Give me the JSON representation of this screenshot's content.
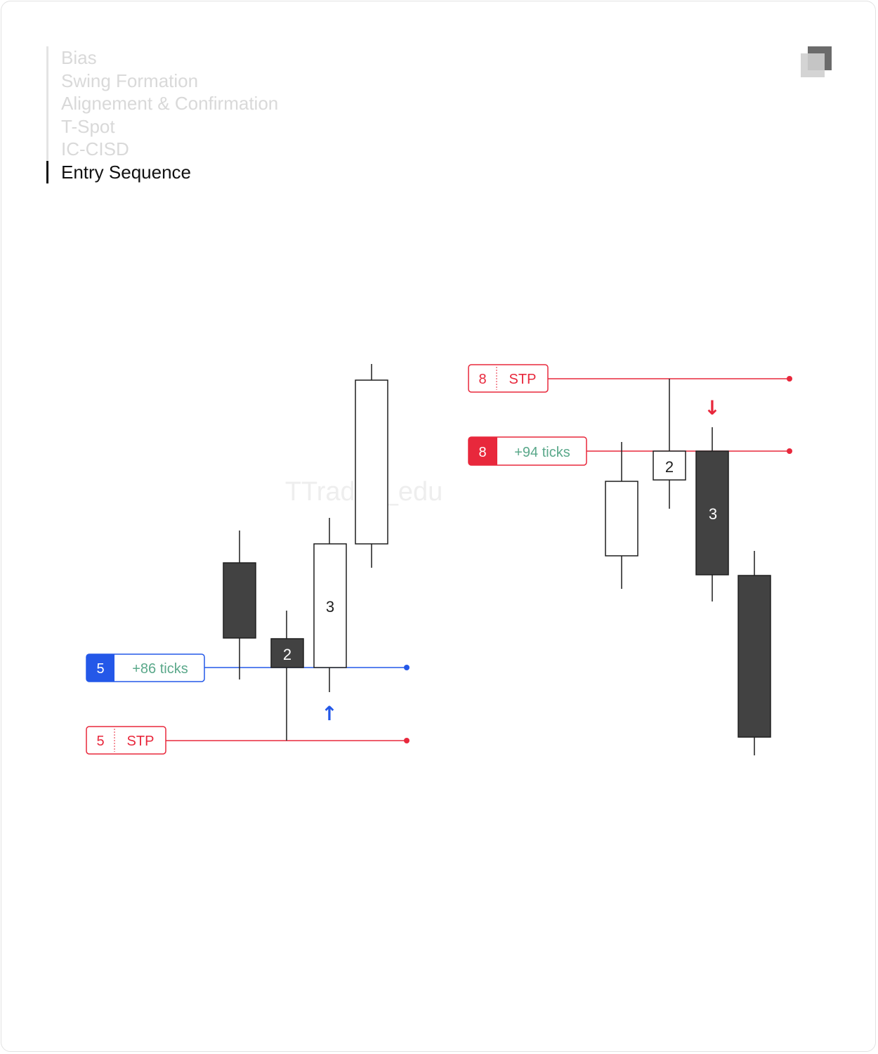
{
  "nav": {
    "items": [
      {
        "label": "Bias",
        "active": false
      },
      {
        "label": "Swing Formation",
        "active": false
      },
      {
        "label": "Alignement & Confirmation",
        "active": false
      },
      {
        "label": "T-Spot",
        "active": false
      },
      {
        "label": "IC-CISD",
        "active": false
      },
      {
        "label": "Entry Sequence",
        "active": true
      }
    ]
  },
  "watermark": "TTrades_edu",
  "colors": {
    "bull_body": "#ffffff",
    "bear_body": "#424242",
    "wick": "#1f1f1f",
    "entry_long": "#2458e8",
    "stop": "#e8283c",
    "ticks_text": "#5aa88a",
    "nav_inactive": "#d9d9d9",
    "nav_active": "#111111"
  },
  "long_setup": {
    "entry_label": {
      "count": "5",
      "text": "+86 ticks"
    },
    "stop_label": {
      "count": "5",
      "text": "STP"
    },
    "arrow": "↑",
    "candle_labels": [
      "2",
      "3"
    ]
  },
  "short_setup": {
    "entry_label": {
      "count": "8",
      "text": "+94 ticks"
    },
    "stop_label": {
      "count": "8",
      "text": "STP"
    },
    "arrow": "↓",
    "candle_labels": [
      "2",
      "3"
    ]
  }
}
